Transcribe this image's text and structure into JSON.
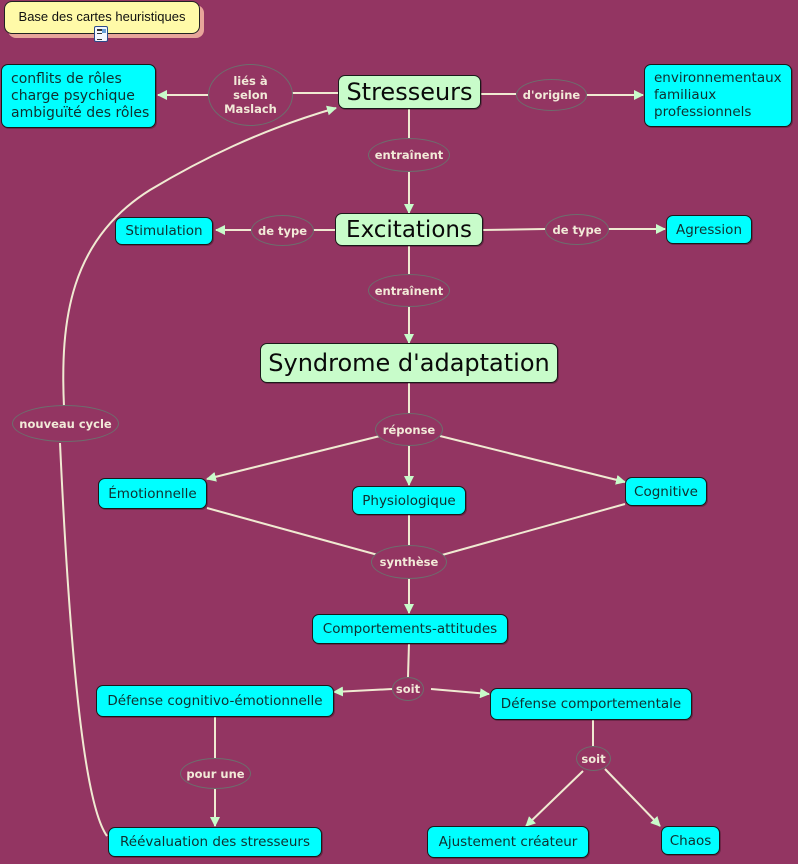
{
  "title": "Base des cartes heuristiques",
  "title_icon": "document-icon",
  "colors": {
    "background": "#933562",
    "concept_primary": "#c8fcca",
    "concept_secondary": "#00ffff",
    "link_line": "#f0ead2",
    "arrow_head": "#c8fcca",
    "link_label_text": "#f2ead8",
    "title_fill": "#fffaa8"
  },
  "concepts": {
    "stresseurs": "Stresseurs",
    "roles": [
      "conflits de rôles",
      "charge psychique",
      "ambiguïté des rôles"
    ],
    "origines": [
      "environnementaux",
      "familiaux",
      "professionnels"
    ],
    "excitations": "Excitations",
    "stimulation": "Stimulation",
    "agression": "Agression",
    "syndrome": "Syndrome d'adaptation",
    "emotionnelle": "Émotionnelle",
    "physiologique": "Physiologique",
    "cognitive": "Cognitive",
    "comportements": "Comportements-attitudes",
    "defense_cog": "Défense cognitivo-émotionnelle",
    "defense_comp": "Défense comportementale",
    "reevaluation": "Réévaluation des stresseurs",
    "ajustement": "Ajustement créateur",
    "chaos": "Chaos"
  },
  "link_labels": {
    "lies": [
      "liés à",
      "selon",
      "Maslach"
    ],
    "origine": "d'origine",
    "entrainent1": "entraînent",
    "type_left": "de type",
    "type_right": "de type",
    "entrainent2": "entraînent",
    "reponse": "réponse",
    "nouveau_cycle": "nouveau cycle",
    "synthese": "synthèse",
    "soit1": "soit",
    "pour_une": "pour une",
    "soit2": "soit"
  }
}
